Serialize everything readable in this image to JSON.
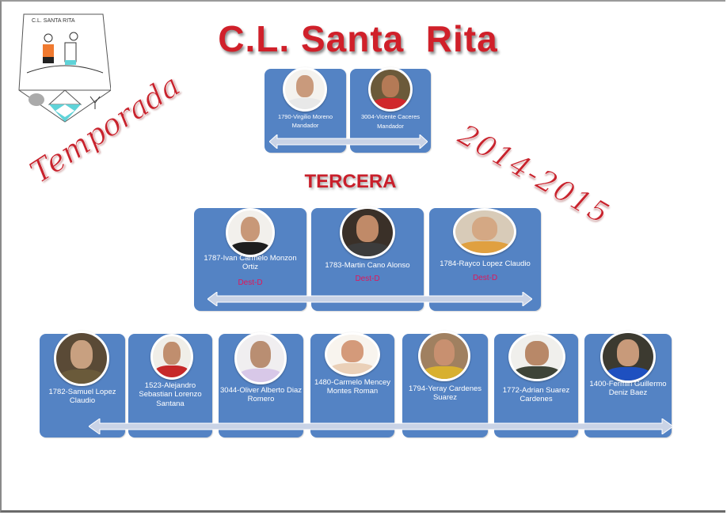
{
  "header": {
    "title": "C.L. Santa  Rita",
    "logo_caption": "C.L. SANTA RITA",
    "temporada": "Temporada",
    "season": "2014-2015",
    "division": "TERCERA"
  },
  "colors": {
    "card_blue": "#5483c4",
    "title_red": "#d0202a",
    "dest_pink": "#e0175a",
    "arrow_fill": "#c9d3e6"
  },
  "leaders": [
    {
      "name": "1790-Virgilio  Moreno",
      "role": "Mandador"
    },
    {
      "name": "3004-Vicente Caceres",
      "role": "Mandador"
    }
  ],
  "tercera_players": [
    {
      "name": "1787-Ivan Carmelo Monzon Ortiz",
      "status": "Dest-D"
    },
    {
      "name": "1783-Martin Cano Alonso",
      "status": "Dest-D"
    },
    {
      "name": "1784-Rayco Lopez Claudio",
      "status": "Dest-D"
    }
  ],
  "squad": [
    {
      "name": "1782-Samuel Lopez Claudio"
    },
    {
      "name": "1523-Alejandro Sebastian Lorenzo Santana"
    },
    {
      "name": "3044-Oliver Alberto Diaz Romero"
    },
    {
      "name": "1480-Carmelo Mencey Montes Roman"
    },
    {
      "name": "1794-Yeray Cardenes Suarez"
    },
    {
      "name": "1772-Adrian Suarez Cardenes"
    },
    {
      "name": "1400-Fermin Guillermo Deniz Baez"
    }
  ]
}
